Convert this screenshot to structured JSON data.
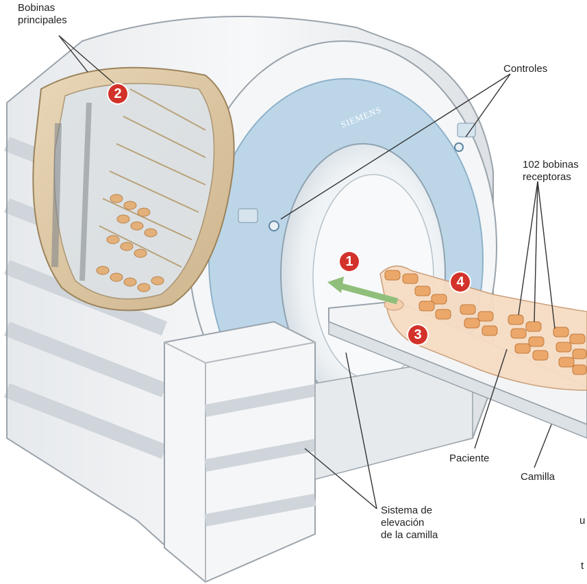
{
  "labels": {
    "main_coils": [
      "Bobinas",
      "principales"
    ],
    "controls": "Controles",
    "receiver_coils": [
      "102 bobinas",
      "receptoras"
    ],
    "patient": "Paciente",
    "stretcher": "Camilla",
    "lift_system": [
      "Sistema de",
      "elevación",
      "de la camilla"
    ],
    "brand": "SIEMENS",
    "clipped_text_1": "u",
    "clipped_text_2": "t"
  },
  "markers": [
    "1",
    "2",
    "3",
    "4"
  ],
  "colors": {
    "marker": "#d2322a",
    "ring": "#b9d4e6",
    "shell": "#f2f4f6",
    "coil": "#e3b07a",
    "arrow": "#8fbf7a"
  }
}
